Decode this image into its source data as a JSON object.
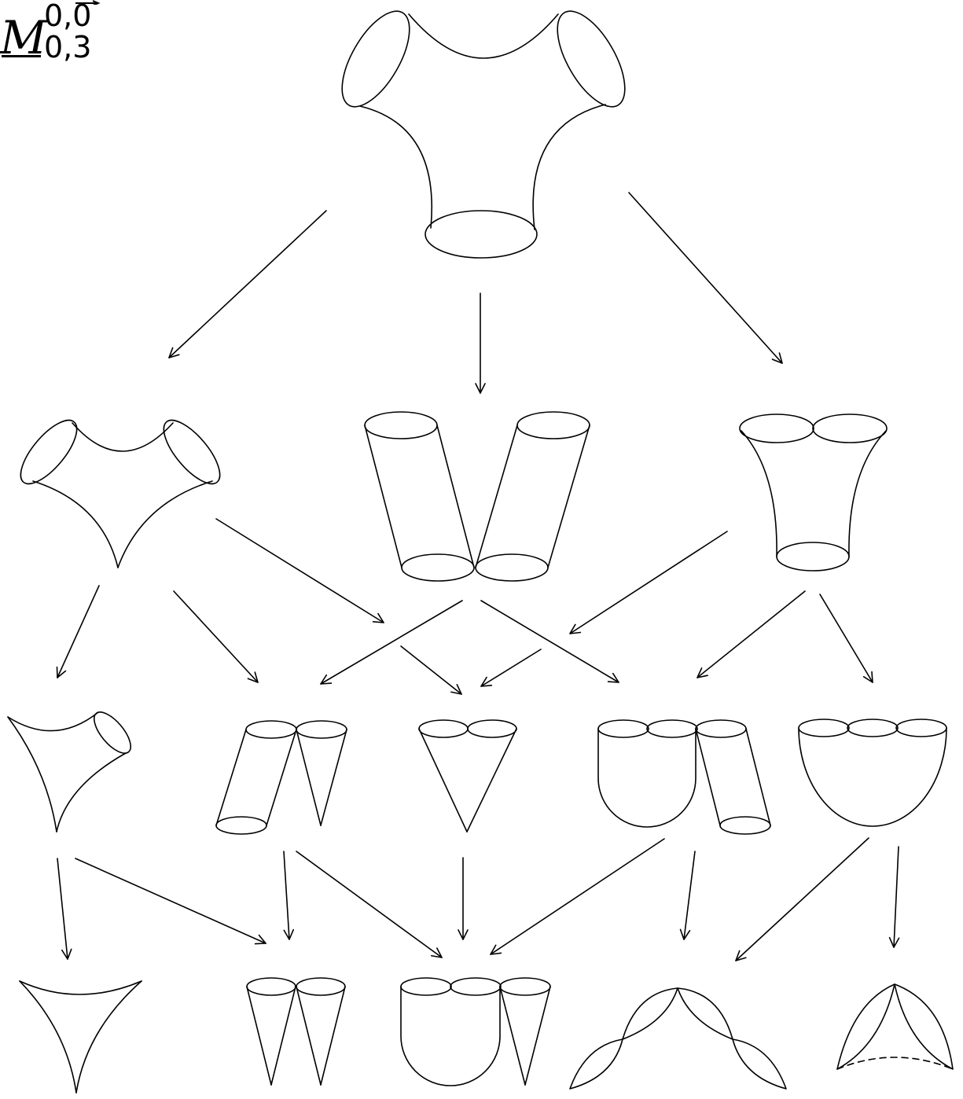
{
  "title": {
    "symbol": "M",
    "superscript": "0,0",
    "subscript": "0,3"
  },
  "colors": {
    "stroke": "#000000",
    "background": "#ffffff"
  },
  "diagram": {
    "rows": [
      {
        "row": 1,
        "surfaces": [
          "pair-of-pants-three-boundaries"
        ]
      },
      {
        "row": 2,
        "surfaces": [
          "pants-two-boundaries-one-cusp",
          "two-touching-cylinders",
          "pants-two-joined-top-boundaries"
        ]
      },
      {
        "row": 3,
        "surfaces": [
          "pants-one-boundary-two-cusps",
          "cylinder-and-cone",
          "joined-cone",
          "half-disk-and-cylinder",
          "half-disk-three-boundaries"
        ]
      },
      {
        "row": 4,
        "surfaces": [
          "ideal-triangle",
          "two-cones",
          "half-disk-and-cone",
          "two-touching-spindles",
          "three-lens-triangle"
        ]
      }
    ]
  }
}
